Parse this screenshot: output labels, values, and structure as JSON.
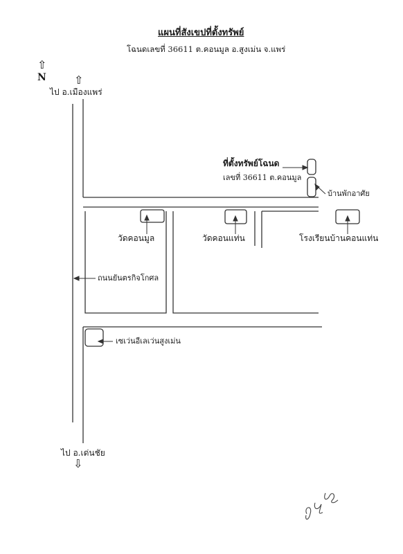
{
  "title": "แผนที่สังเขปที่ตั้งทรัพย์",
  "subtitle": "โฉนดเลขที่ 36611 ต.คอนมูล อ.สูงเม่น จ.แพร่",
  "compass": {
    "arrow": "⇧",
    "letter": "N"
  },
  "roads": {
    "north_dest": "ไป อ.เมืองแพร่",
    "north_arrow": "⇧",
    "south_dest": "ไป อ.เด่นชัย",
    "south_arrow": "⇩",
    "main_road": "ถนนยันตรกิจโกศล"
  },
  "property": {
    "title": "ที่ตั้งทรัพย์โฉนด",
    "deed": "เลขที่ 36611 ต.คอนมูล"
  },
  "landmarks": {
    "rest_house": "บ้านพักอาศัย",
    "temple_1": "วัดคอนมูล",
    "temple_2": "วัดคอนแท่น",
    "school": "โรงเรียนบ้านคอนแท่น",
    "store": "เซเว่นอีเลเว่นสูงเม่น"
  },
  "signature": "ลายเซ็นลายมือ"
}
